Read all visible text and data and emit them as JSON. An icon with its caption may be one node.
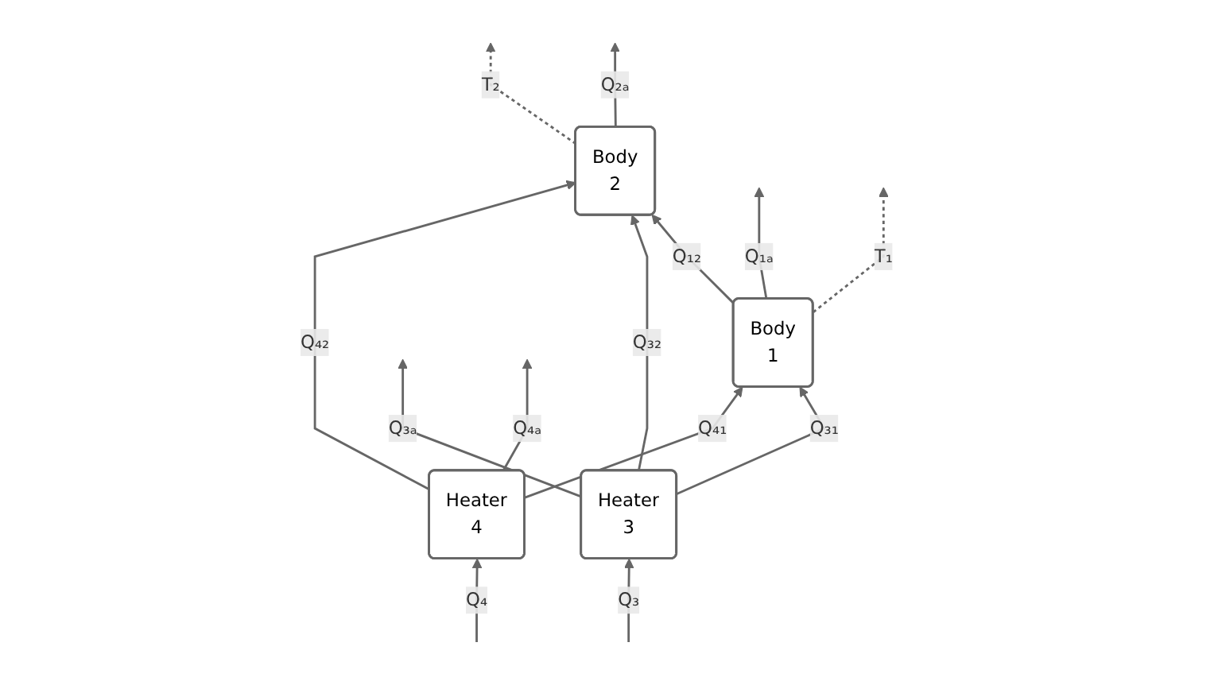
{
  "diagram": {
    "nodes": [
      {
        "text": [
          "Body",
          "1"
        ]
      },
      {
        "text": [
          "Body",
          "2"
        ]
      },
      {
        "text": [
          "Heater",
          "3"
        ]
      },
      {
        "text": [
          "Heater",
          "4"
        ]
      }
    ],
    "edges": [
      {
        "from": 0,
        "to": null,
        "arrow": "to",
        "label": "Q₁ₐ"
      },
      {
        "from": 0,
        "to": null,
        "arrow": "to",
        "label": "T₁",
        "style": "dashed"
      },
      {
        "from": 0,
        "to": 1,
        "arrow": "to",
        "label": "Q₁₂"
      },
      {
        "from": 1,
        "to": null,
        "arrow": "to",
        "label": "T₂",
        "style": "dashed"
      },
      {
        "from": 1,
        "to": null,
        "arrow": "to",
        "label": "Q₂ₐ"
      },
      {
        "from": 2,
        "to": 0,
        "arrow": "to",
        "label": "Q₃₁"
      },
      {
        "from": 2,
        "to": 1,
        "arrow": "to",
        "label": "Q₃₂"
      },
      {
        "from": 3,
        "to": 0,
        "arrow": "to",
        "label": "Q₄₁"
      },
      {
        "from": 3,
        "to": 1,
        "arrow": "to",
        "label": "Q₄₂"
      },
      {
        "from": 2,
        "to": null,
        "arrow": "to",
        "label": "Q₃ₐ"
      },
      {
        "from": 3,
        "to": null,
        "arrow": "to",
        "label": "Q₄ₐ"
      },
      {
        "from": null,
        "to": 2,
        "arrow": "to",
        "label": "Q₃"
      },
      {
        "from": null,
        "to": 3,
        "arrow": "to",
        "label": "Q₄"
      }
    ]
  }
}
